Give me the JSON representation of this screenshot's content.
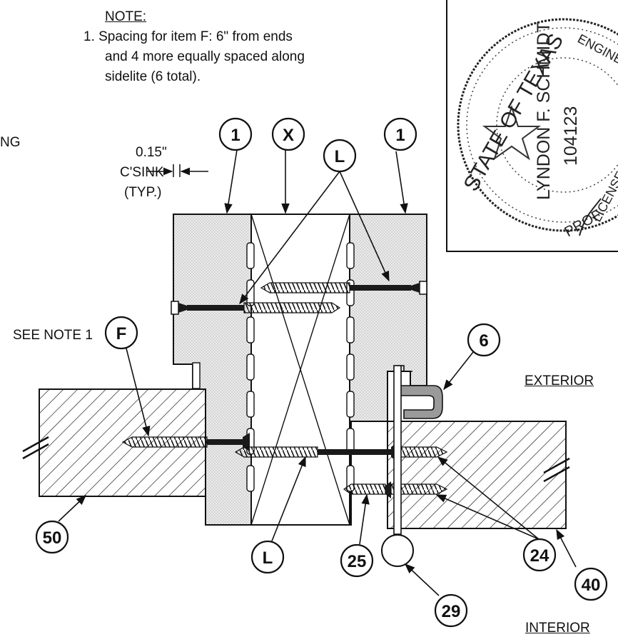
{
  "note": {
    "title": "NOTE:",
    "line1": "1. Spacing for item F: 6\" from ends",
    "line2": "and 4 more equally spaced along",
    "line3": "sidelite (6 total)."
  },
  "fragment_left": "NG",
  "dimension": {
    "value": "0.15\"",
    "label": "C'SINK",
    "typ": "(TYP.)"
  },
  "see_note": "SEE NOTE 1",
  "labels": {
    "exterior": "EXTERIOR",
    "interior": "INTERIOR"
  },
  "callouts": {
    "c1a": "1",
    "cx": "X",
    "cl_top": "L",
    "c1b": "1",
    "cf": "F",
    "c6": "6",
    "c50": "50",
    "cl_bottom": "L",
    "c25": "25",
    "c24": "24",
    "c40": "40",
    "c29": "29"
  },
  "seal": {
    "ring_text": "STATE OF TEXAS",
    "name": "LYNDON F. SCHMIDT",
    "number": "104123",
    "licensed": "LICENSED",
    "prof": "PROF",
    "engineer": "ENGINEER"
  },
  "colors": {
    "line": "#111111",
    "stipple": "#d8d8d8",
    "screw": "#1a1a1a"
  }
}
